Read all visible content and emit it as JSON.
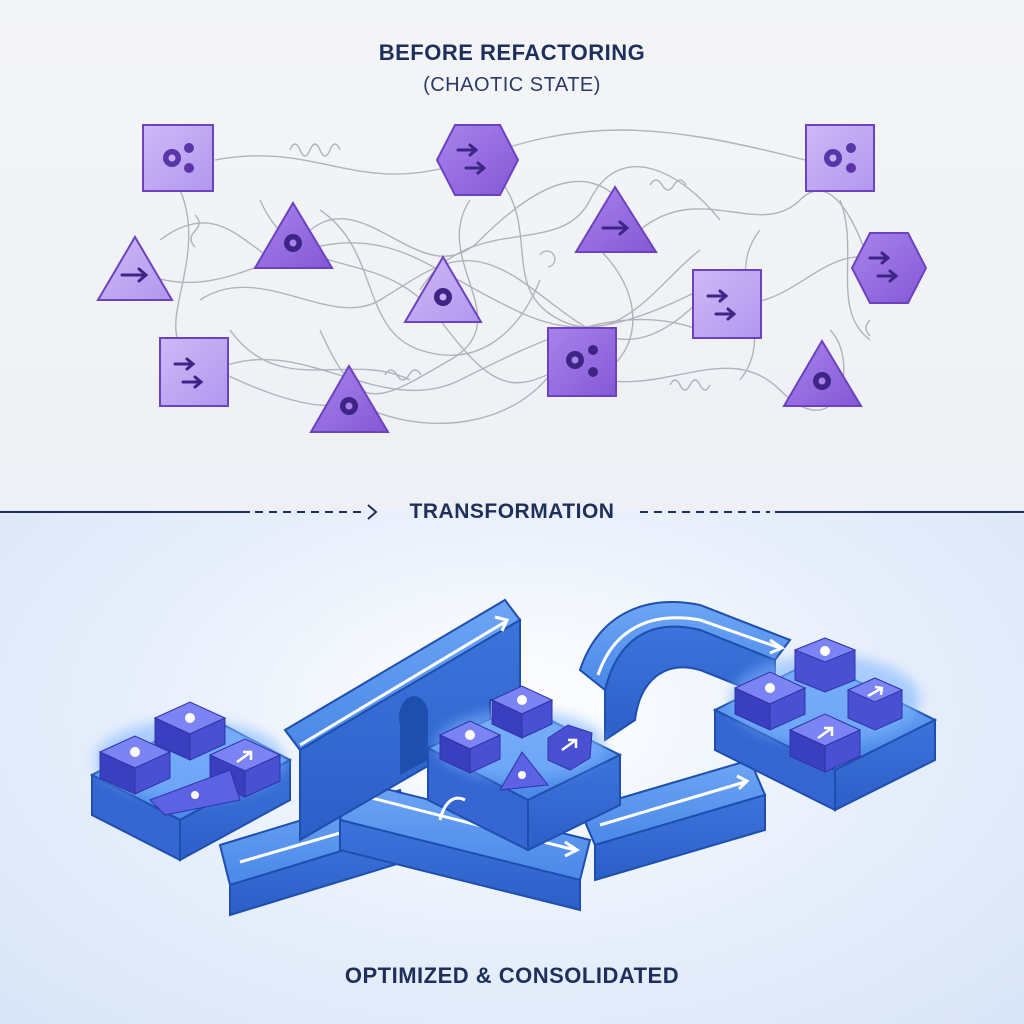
{
  "header": {
    "title": "BEFORE REFACTORING",
    "subtitle": "(CHAOTIC STATE)"
  },
  "divider": {
    "label": "TRANSFORMATION"
  },
  "footer": {
    "title": "OPTIMIZED & CONSOLIDATED"
  },
  "colors": {
    "purple_dark": "#7a4fd0",
    "purple_light": "#b79cf0",
    "blue_main": "#3b78e0",
    "blue_light": "#6ba3f3",
    "navy": "#1f2f5c"
  },
  "icons": [
    "gear-icon",
    "double-arrow-icon",
    "arrow-right-icon",
    "arrow-up-right-icon"
  ]
}
